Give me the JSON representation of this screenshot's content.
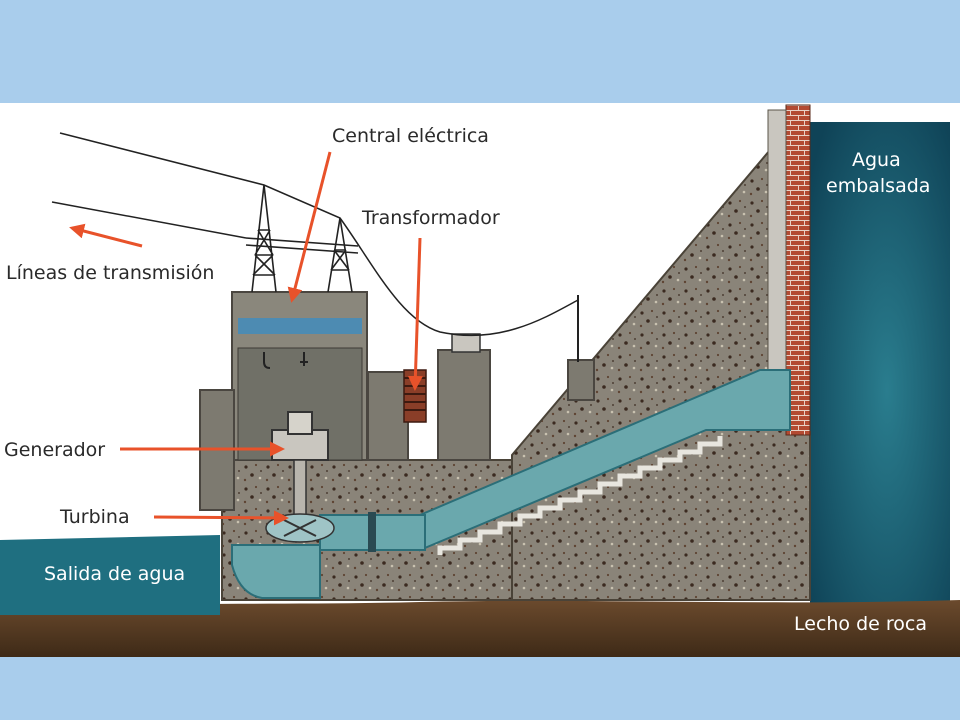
{
  "labels": {
    "central": "Central eléctrica",
    "transformador": "Transformador",
    "lineas": "Líneas de transmisión",
    "generador": "Generador",
    "turbina": "Turbina",
    "salida": "Salida de agua",
    "agua_line1": "Agua",
    "agua_line2": "embalsada",
    "lecho": "Lecho de roca"
  },
  "colors": {
    "frame": "#a9cdec",
    "panel": "#ffffff",
    "reservoir": "#14566a",
    "water": "#2b7f8c",
    "pipe_water": "#6aa8ad",
    "concrete": "#8a8479",
    "bedrock": "#5a3f26",
    "building": "#8a877c",
    "brick": "#b34a32",
    "arrow": "#e8522a",
    "label_dark": "#2a2a2a",
    "label_light": "#ffffff"
  },
  "icons": [
    "transmission-tower-icon",
    "transformer-coil-icon",
    "generator-icon",
    "turbine-icon",
    "crane-hook-icon"
  ]
}
